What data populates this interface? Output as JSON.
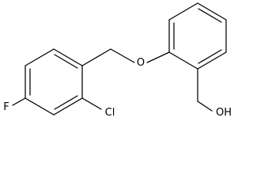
{
  "molecule": {
    "atoms": {
      "fluorine": "F",
      "chlorine": "Cl",
      "ether_oxygen": "O",
      "hydroxyl": "OH"
    }
  }
}
